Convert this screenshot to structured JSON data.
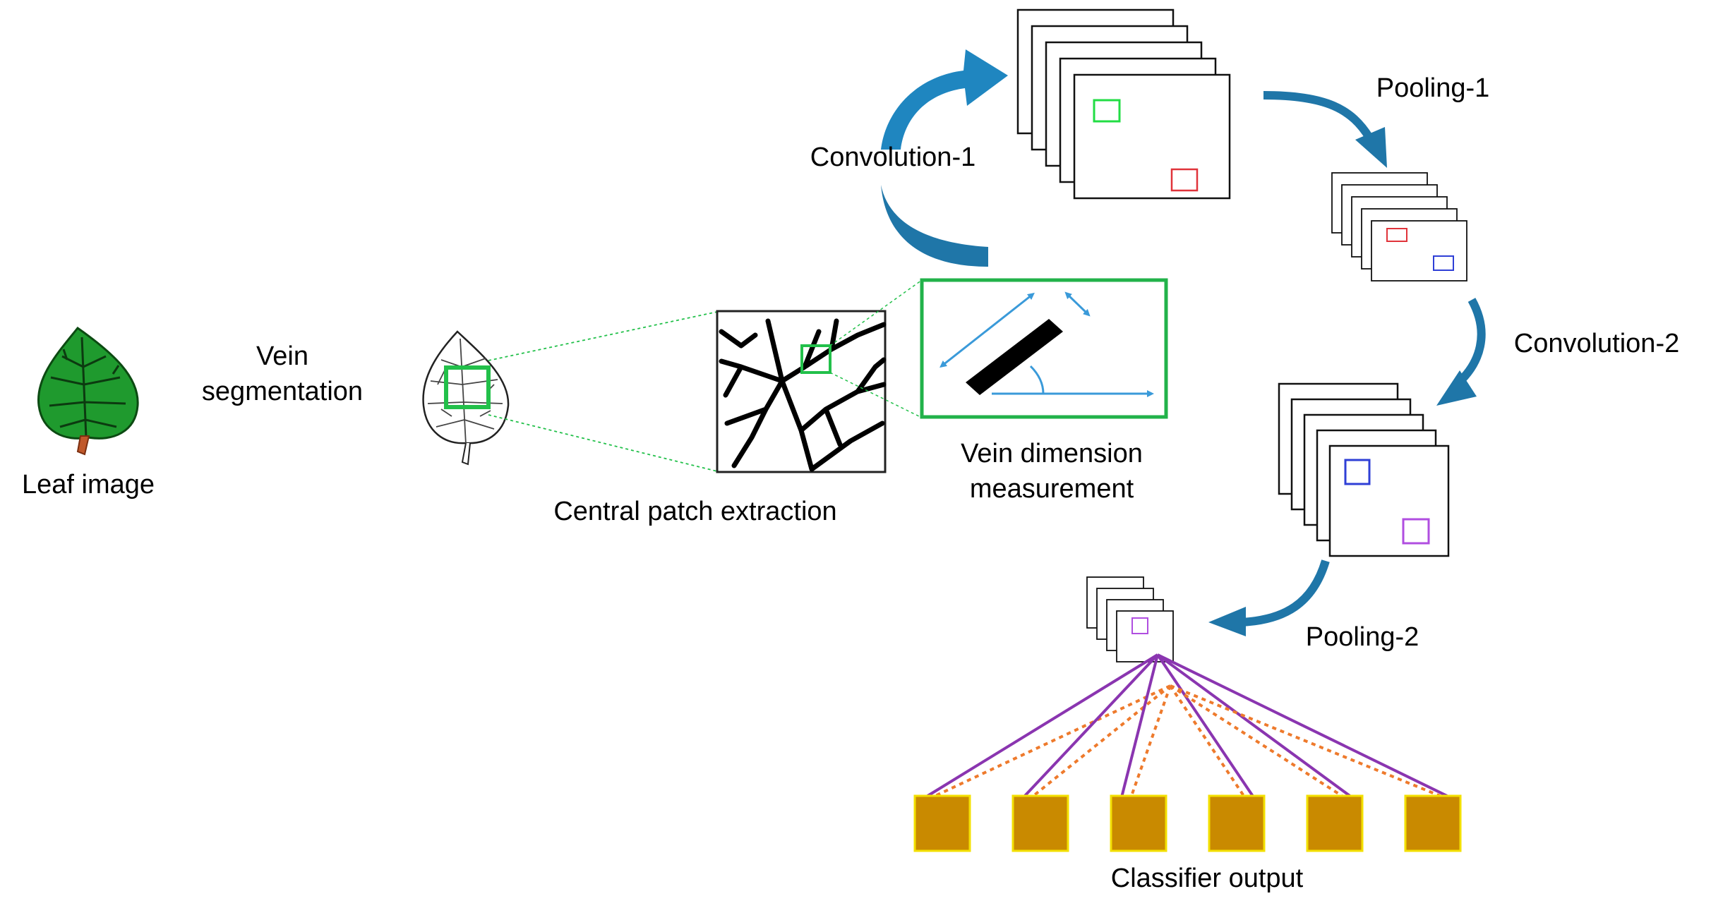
{
  "labels": {
    "leaf_image": "Leaf image",
    "vein_segmentation": [
      "Vein",
      "segmentation"
    ],
    "central_patch_extraction": "Central patch extraction",
    "vein_dimension_measurement": [
      "Vein dimension",
      "measurement"
    ],
    "convolution_1": "Convolution-1",
    "pooling_1": "Pooling-1",
    "convolution_2": "Convolution-2",
    "pooling_2": "Pooling-2",
    "classifier_output": "Classifier output"
  },
  "stages": {
    "convolution_1_maps": 5,
    "pooling_1_maps": 5,
    "convolution_2_maps": 5,
    "pooling_2_maps": 4,
    "classifier_outputs": 6
  },
  "colors": {
    "leaf_fill": "#1f9a2e",
    "highlight_green": "#22c04a",
    "arrow_blue": "#1f76a8",
    "measure_blue": "#3a9ad9",
    "filter_red": "#e0333a",
    "filter_blue": "#2f3fd6",
    "filter_purple": "#b04ee0",
    "connection_purple": "#8a35b0",
    "connection_orange": "#ee7a2c",
    "output_fill": "#c98a00",
    "output_border": "#f3e000"
  }
}
